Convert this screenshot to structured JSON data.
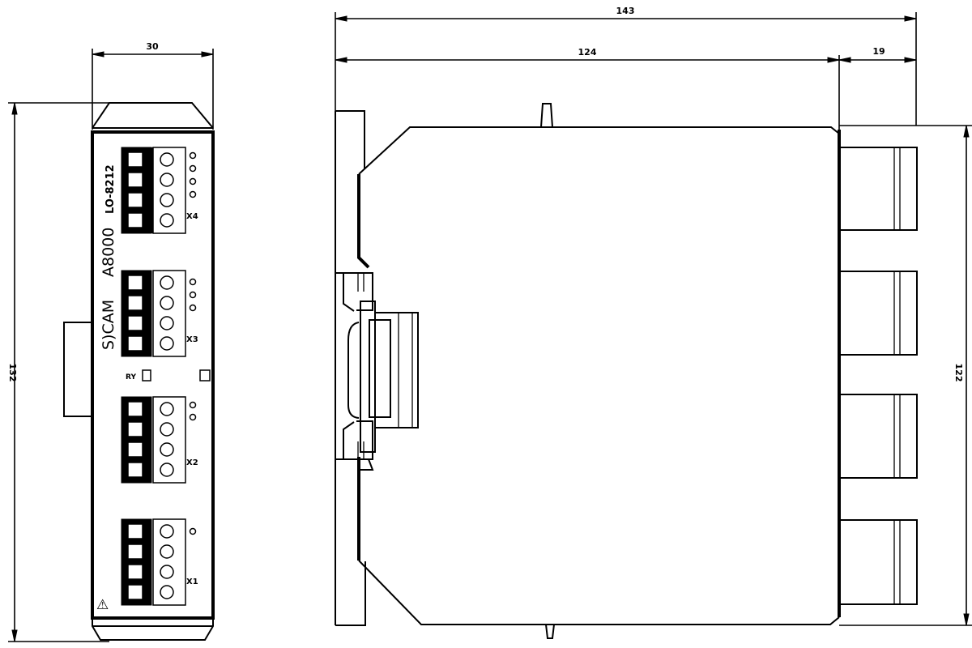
{
  "drawing": {
    "type": "dimensional technical drawing",
    "views": [
      "front-view",
      "side-view"
    ]
  },
  "front_view": {
    "width_dim": "30",
    "height_dim": "132",
    "brand_label": "S)CAM",
    "model_label": "A8000",
    "part_label": "LO-8212",
    "indicator_label": "RY",
    "warning_symbol": "⚠",
    "terminal_blocks": [
      {
        "label": "X4",
        "leds": 4
      },
      {
        "label": "X3",
        "leds": 3
      },
      {
        "label": "X2",
        "leds": 2
      },
      {
        "label": "X1",
        "leds": 1
      }
    ]
  },
  "side_view": {
    "overall_depth_dim": "143",
    "body_depth_dim": "124",
    "connector_depth_dim": "19",
    "height_dim": "122",
    "connectors": 4
  }
}
